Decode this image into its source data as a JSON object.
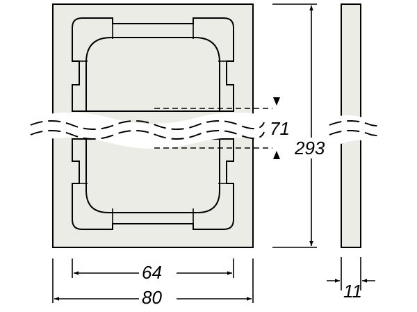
{
  "colors": {
    "line": "#000000",
    "frame_fill": "#ecece6",
    "background": "#ffffff"
  },
  "dimensions": {
    "outer_width": "80",
    "inner_width": "64",
    "total_height": "293",
    "module_pitch": "71",
    "depth": "11"
  }
}
